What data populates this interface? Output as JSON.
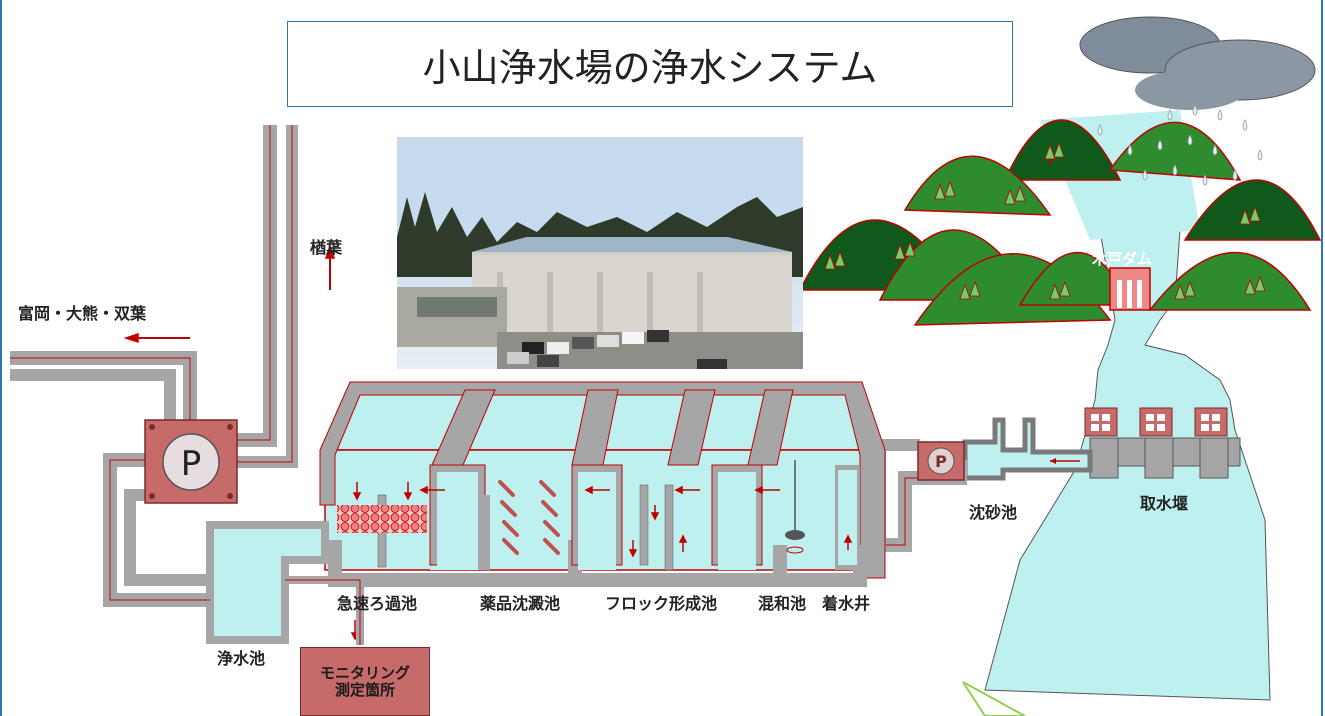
{
  "title": "小山浄水場の浄水システム",
  "labels": {
    "dest_west": "富岡・大熊・双葉",
    "dest_north": "楢葉",
    "dam": "木戸ダム",
    "rapid_filter": "急速ろ過池",
    "sedimentation": "薬品沈澱池",
    "floc": "フロック形成池",
    "mixing": "混和池",
    "receiving_well": "着水井",
    "clear_water": "浄水池",
    "sand_basin": "沈砂池",
    "intake_weir": "取水堰",
    "pump": "P",
    "pump_small": "P",
    "monitor_line1": "モニタリング",
    "monitor_line2": "測定箇所"
  },
  "colors": {
    "water": "#bff0f0",
    "pipe_gray": "#a6a6a6",
    "pipe_red": "#c00000",
    "mountain_light": "#2e8b2e",
    "mountain_dark": "#0f5a1a",
    "cloud": "#7f8c99",
    "frame_blue": "#2e75b6"
  },
  "photo": {
    "subject": "purification-plant-building"
  }
}
